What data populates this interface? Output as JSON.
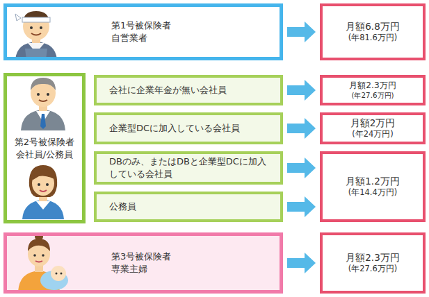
{
  "diagram": {
    "nodes": [
      {
        "text": [
          "第1号被保険者",
          "自営業者"
        ]
      },
      {
        "text": [
          "月額6.8万円",
          "(年81.6万円)"
        ]
      },
      {
        "text": [
          "第2号被保険者",
          "会社員/公務員"
        ]
      },
      {
        "text": [
          "会社に企業年金が無い会社員"
        ]
      },
      {
        "text": [
          "月額2.3万円",
          "(年27.6万円)"
        ]
      },
      {
        "text": [
          "企業型DCに加入している会社員"
        ]
      },
      {
        "text": [
          "月額2万円",
          "(年24万円)"
        ]
      },
      {
        "text": [
          "DBのみ、またはDBと企業型DCに加入している会社員"
        ]
      },
      {
        "text": [
          "公務員"
        ]
      },
      {
        "text": [
          "月額1.2万円",
          "(年14.4万円)"
        ]
      },
      {
        "text": [
          "第3号被保険者",
          "専業主婦"
        ]
      },
      {
        "text": [
          "月額2.3万円",
          "(年27.6万円)"
        ]
      }
    ],
    "edges": [
      {
        "from": 0,
        "to": 1,
        "arrow": "to"
      },
      {
        "from": 3,
        "to": 4,
        "arrow": "to"
      },
      {
        "from": 5,
        "to": 6,
        "arrow": "to"
      },
      {
        "from": 7,
        "to": 9,
        "arrow": "to"
      },
      {
        "from": 8,
        "to": 9,
        "arrow": "to"
      },
      {
        "from": 10,
        "to": 11,
        "arrow": "to"
      }
    ]
  }
}
